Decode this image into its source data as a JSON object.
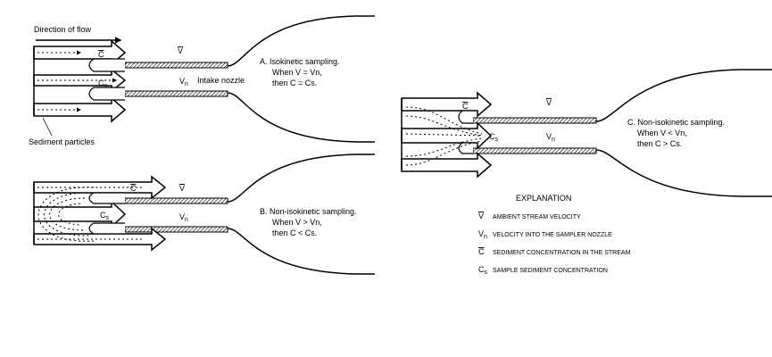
{
  "top_left_label": "Direction of flow",
  "particles_label": "Sediment particles",
  "nozzle_label": "Intake nozzle",
  "symbols": {
    "V": "V",
    "Vn": "V",
    "Vn_sub": "n",
    "C": "C",
    "Cs": "C",
    "Cs_sub": "s"
  },
  "panel_a": {
    "title": "A. Isokinetic sampling.",
    "line2": "When V = Vn,",
    "line3": "then C = Cs."
  },
  "panel_b": {
    "title": "B. Non-isokinetic sampling.",
    "line2": "When V > Vn,",
    "line3": "then C < Cs."
  },
  "panel_c": {
    "title": "C. Non-isokinetic sampling.",
    "line2": "When V < Vn,",
    "line3": "then C > Cs."
  },
  "explanation": {
    "title": "EXPLANATION",
    "items": [
      {
        "symbol": "V",
        "text": "AMBIENT STREAM VELOCITY"
      },
      {
        "symbol": "Vn",
        "text": "VELOCITY INTO THE SAMPLER NOZZLE"
      },
      {
        "symbol": "C",
        "text": "SEDIMENT CONCENTRATION IN THE STREAM"
      },
      {
        "symbol": "Cs",
        "text": "SAMPLE SEDIMENT CONCENTRATION"
      }
    ]
  }
}
